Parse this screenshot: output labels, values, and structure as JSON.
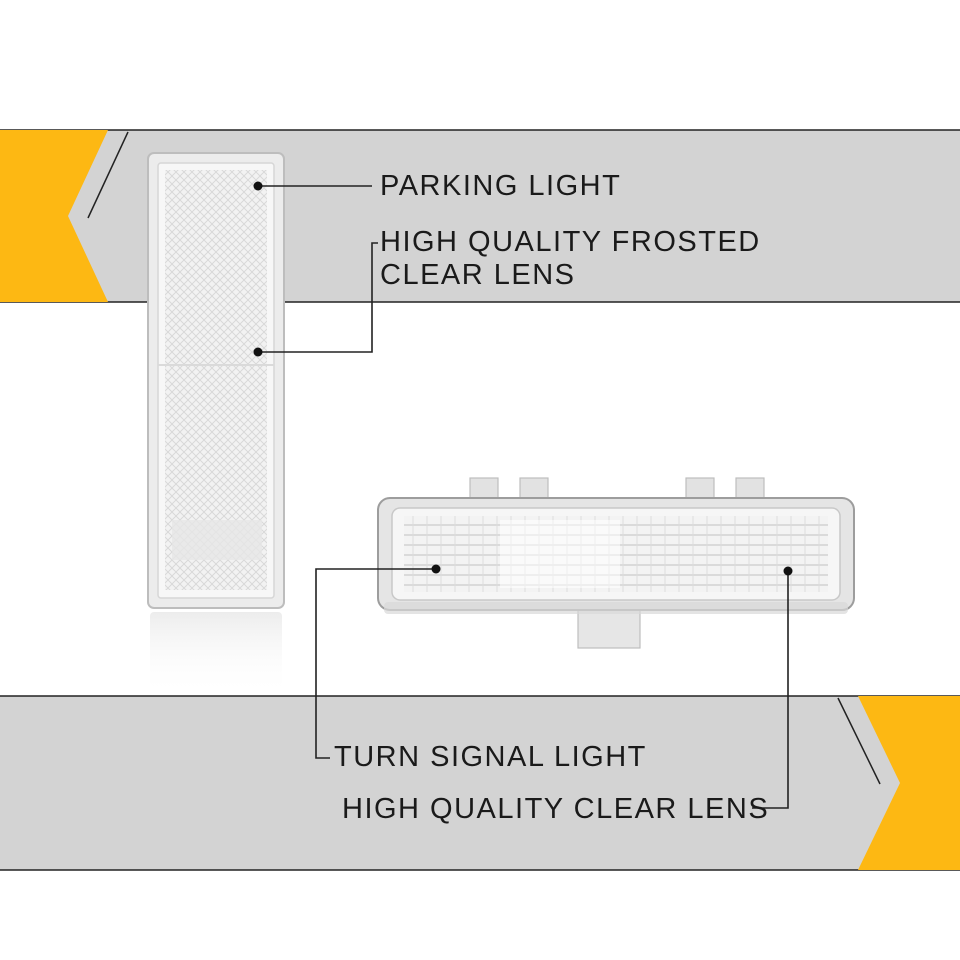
{
  "labels": {
    "parking_light": "PARKING LIGHT",
    "frosted_lens_line1": "HIGH QUALITY FROSTED",
    "frosted_lens_line2": "CLEAR LENS",
    "turn_signal_light": "TURN SIGNAL LIGHT",
    "clear_lens": "HIGH QUALITY CLEAR LENS"
  },
  "colors": {
    "band_gray": "#d3d3d3",
    "accent_yellow": "#fdb813",
    "line_dark": "#222222",
    "lens_clear": "#f4f4f4"
  }
}
